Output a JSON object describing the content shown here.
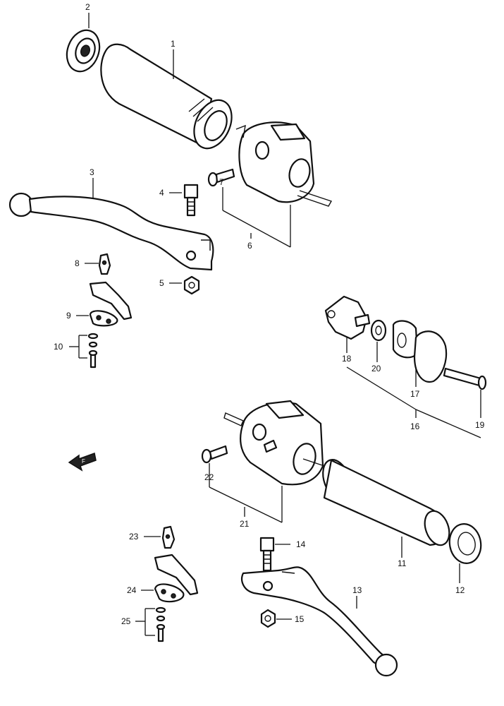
{
  "callouts": [
    {
      "id": "c1",
      "label": "1"
    },
    {
      "id": "c2",
      "label": "2"
    },
    {
      "id": "c3",
      "label": "3"
    },
    {
      "id": "c4",
      "label": "4"
    },
    {
      "id": "c5",
      "label": "5"
    },
    {
      "id": "c6",
      "label": "6"
    },
    {
      "id": "c7",
      "label": "7"
    },
    {
      "id": "c8",
      "label": "8"
    },
    {
      "id": "c9",
      "label": "9"
    },
    {
      "id": "c10",
      "label": "10"
    },
    {
      "id": "c11",
      "label": "11"
    },
    {
      "id": "c12",
      "label": "12"
    },
    {
      "id": "c13",
      "label": "13"
    },
    {
      "id": "c14",
      "label": "14"
    },
    {
      "id": "c15",
      "label": "15"
    },
    {
      "id": "c16",
      "label": "16"
    },
    {
      "id": "c17",
      "label": "17"
    },
    {
      "id": "c18",
      "label": "18"
    },
    {
      "id": "c19",
      "label": "19"
    },
    {
      "id": "c20",
      "label": "20"
    },
    {
      "id": "c21",
      "label": "21"
    },
    {
      "id": "c22",
      "label": "22"
    },
    {
      "id": "c23",
      "label": "23"
    },
    {
      "id": "c24",
      "label": "24"
    },
    {
      "id": "c25",
      "label": "25"
    }
  ],
  "front_arrow": {
    "label": "F"
  }
}
